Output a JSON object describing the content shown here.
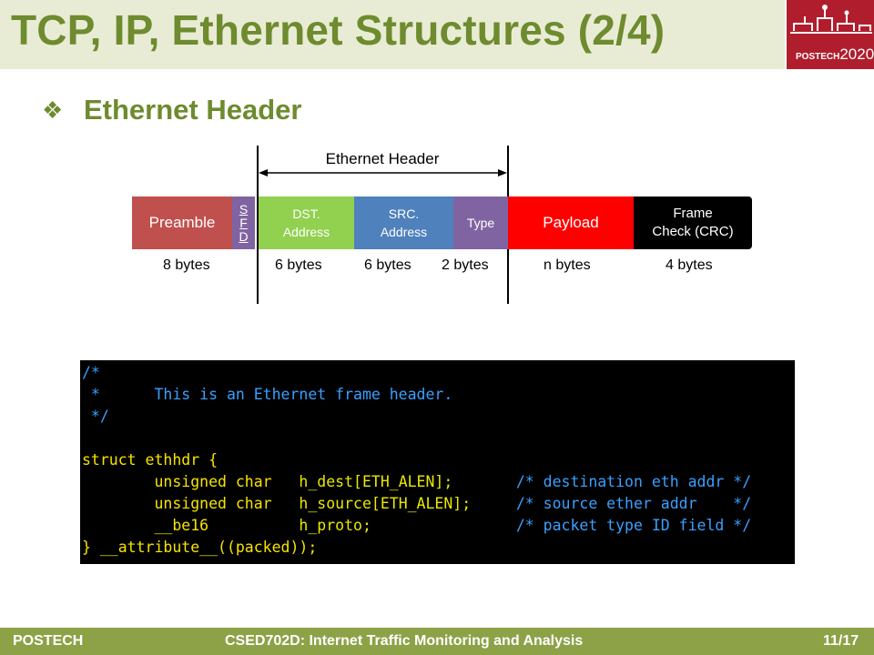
{
  "title": "TCP, IP, Ethernet Structures (2/4)",
  "logo": {
    "line1": "POSTECH",
    "line2": "2020"
  },
  "heading": {
    "bullet": "❖",
    "text": "Ethernet Header"
  },
  "diagram": {
    "header_label": "Ethernet Header",
    "fields": [
      {
        "label": "Preamble",
        "bytes": "8 bytes",
        "color": "#c0504d"
      },
      {
        "label": "S\nF\nD",
        "bytes": "",
        "color": "#8064a2"
      },
      {
        "label": "DST.\nAddress",
        "bytes": "6 bytes",
        "color": "#92d050"
      },
      {
        "label": "SRC.\nAddress",
        "bytes": "6 bytes",
        "color": "#4f81bd"
      },
      {
        "label": "Type",
        "bytes": "2 bytes",
        "color": "#8064a2"
      },
      {
        "label": "Payload",
        "bytes": "n bytes",
        "color": "#ff0000"
      },
      {
        "label": "Frame\nCheck (CRC)",
        "bytes": "4 bytes",
        "color": "#000000"
      }
    ]
  },
  "code": {
    "line1": "/*",
    "line2": " *      This is an Ethernet frame header.",
    "line3": " */",
    "line5": "struct ethhdr {",
    "line6_type": "        unsigned char   ",
    "line6_name": "h_dest[ETH_ALEN];       ",
    "line6_comment": "/* destination eth addr */",
    "line7_type": "        unsigned char   ",
    "line7_name": "h_source[ETH_ALEN];     ",
    "line7_comment": "/* source ether addr    */",
    "line8_type": "        __be16          ",
    "line8_name": "h_proto;                ",
    "line8_comment": "/* packet type ID field */",
    "line9": "} __attribute__((packed));"
  },
  "footer": {
    "left": "POSTECH",
    "center": "CSED702D: Internet Traffic Monitoring and Analysis",
    "right": "11/17"
  }
}
